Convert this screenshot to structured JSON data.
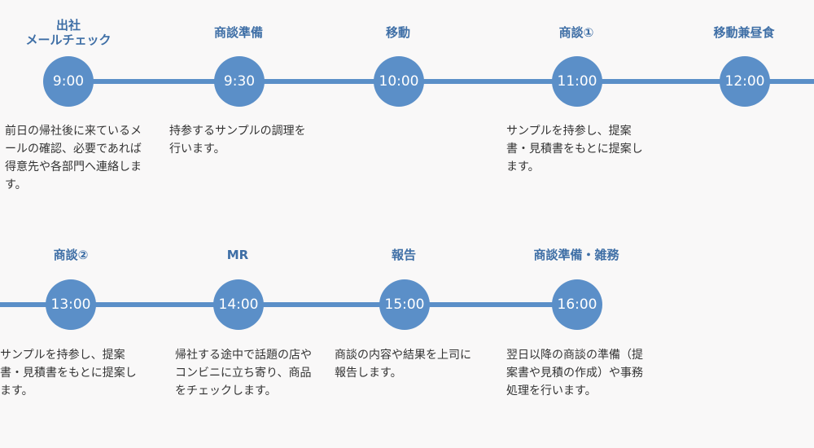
{
  "accent": "#5b8fc8",
  "title_color": "#3f6fa6",
  "rows": [
    {
      "events": [
        {
          "time": "9:00",
          "title": "出社\nメールチェック",
          "desc": "前日の帰社後に来ているメールの確認、必要であれば得意先や各部門へ連絡します。"
        },
        {
          "time": "9:30",
          "title": "商談準備",
          "desc": "持参するサンプルの調理を行います。"
        },
        {
          "time": "10:00",
          "title": "移動",
          "desc": ""
        },
        {
          "time": "11:00",
          "title": "商談①",
          "desc": "サンプルを持参し、提案書・見積書をもとに提案します。"
        },
        {
          "time": "12:00",
          "title": "移動兼昼食",
          "desc": ""
        }
      ]
    },
    {
      "events": [
        {
          "time": "13:00",
          "title": "商談②",
          "desc": "サンプルを持参し、提案書・見積書をもとに提案します。"
        },
        {
          "time": "14:00",
          "title": "MR",
          "desc": "帰社する途中で話題の店やコンビニに立ち寄り、商品をチェックします。"
        },
        {
          "time": "15:00",
          "title": "報告",
          "desc": "商談の内容や結果を上司に報告します。"
        },
        {
          "time": "16:00",
          "title": "商談準備・雑務",
          "desc": "翌日以降の商談の準備（提案書や見積の作成）や事務処理を行います。"
        }
      ]
    }
  ]
}
